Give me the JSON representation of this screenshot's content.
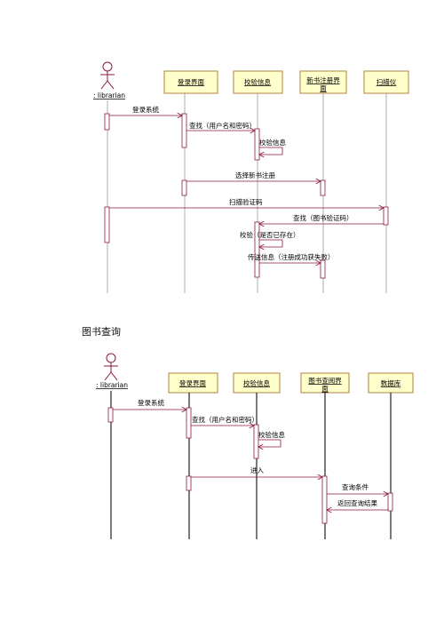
{
  "section_title": "图书查询",
  "diagrams": [
    {
      "actor": ": librarian",
      "objects": [
        "登录界面",
        "校验信息",
        "新书注册界\n面",
        "扫描仪"
      ],
      "messages": [
        "登录系统",
        "查找（用户名和密码）",
        "校验信息",
        "选择新书注册",
        "扫描验证码",
        "查找（图书验证码）",
        "校验（是否已存在）",
        "传送信息（注册成功获失败）"
      ]
    },
    {
      "actor": ": librarian",
      "objects": [
        "登录界面",
        "校验信息",
        "图书查阅界\n面",
        "数据库"
      ],
      "messages": [
        "登录系统",
        "查找（用户名和密码）",
        "校验信息",
        "进入",
        "查询条件",
        "返回查询结果"
      ]
    }
  ],
  "colors": {
    "line": "#8b1a3a",
    "lifeline": "#9a9a9a",
    "box_fill": "#ffffcc",
    "box_stroke": "#b08040"
  }
}
